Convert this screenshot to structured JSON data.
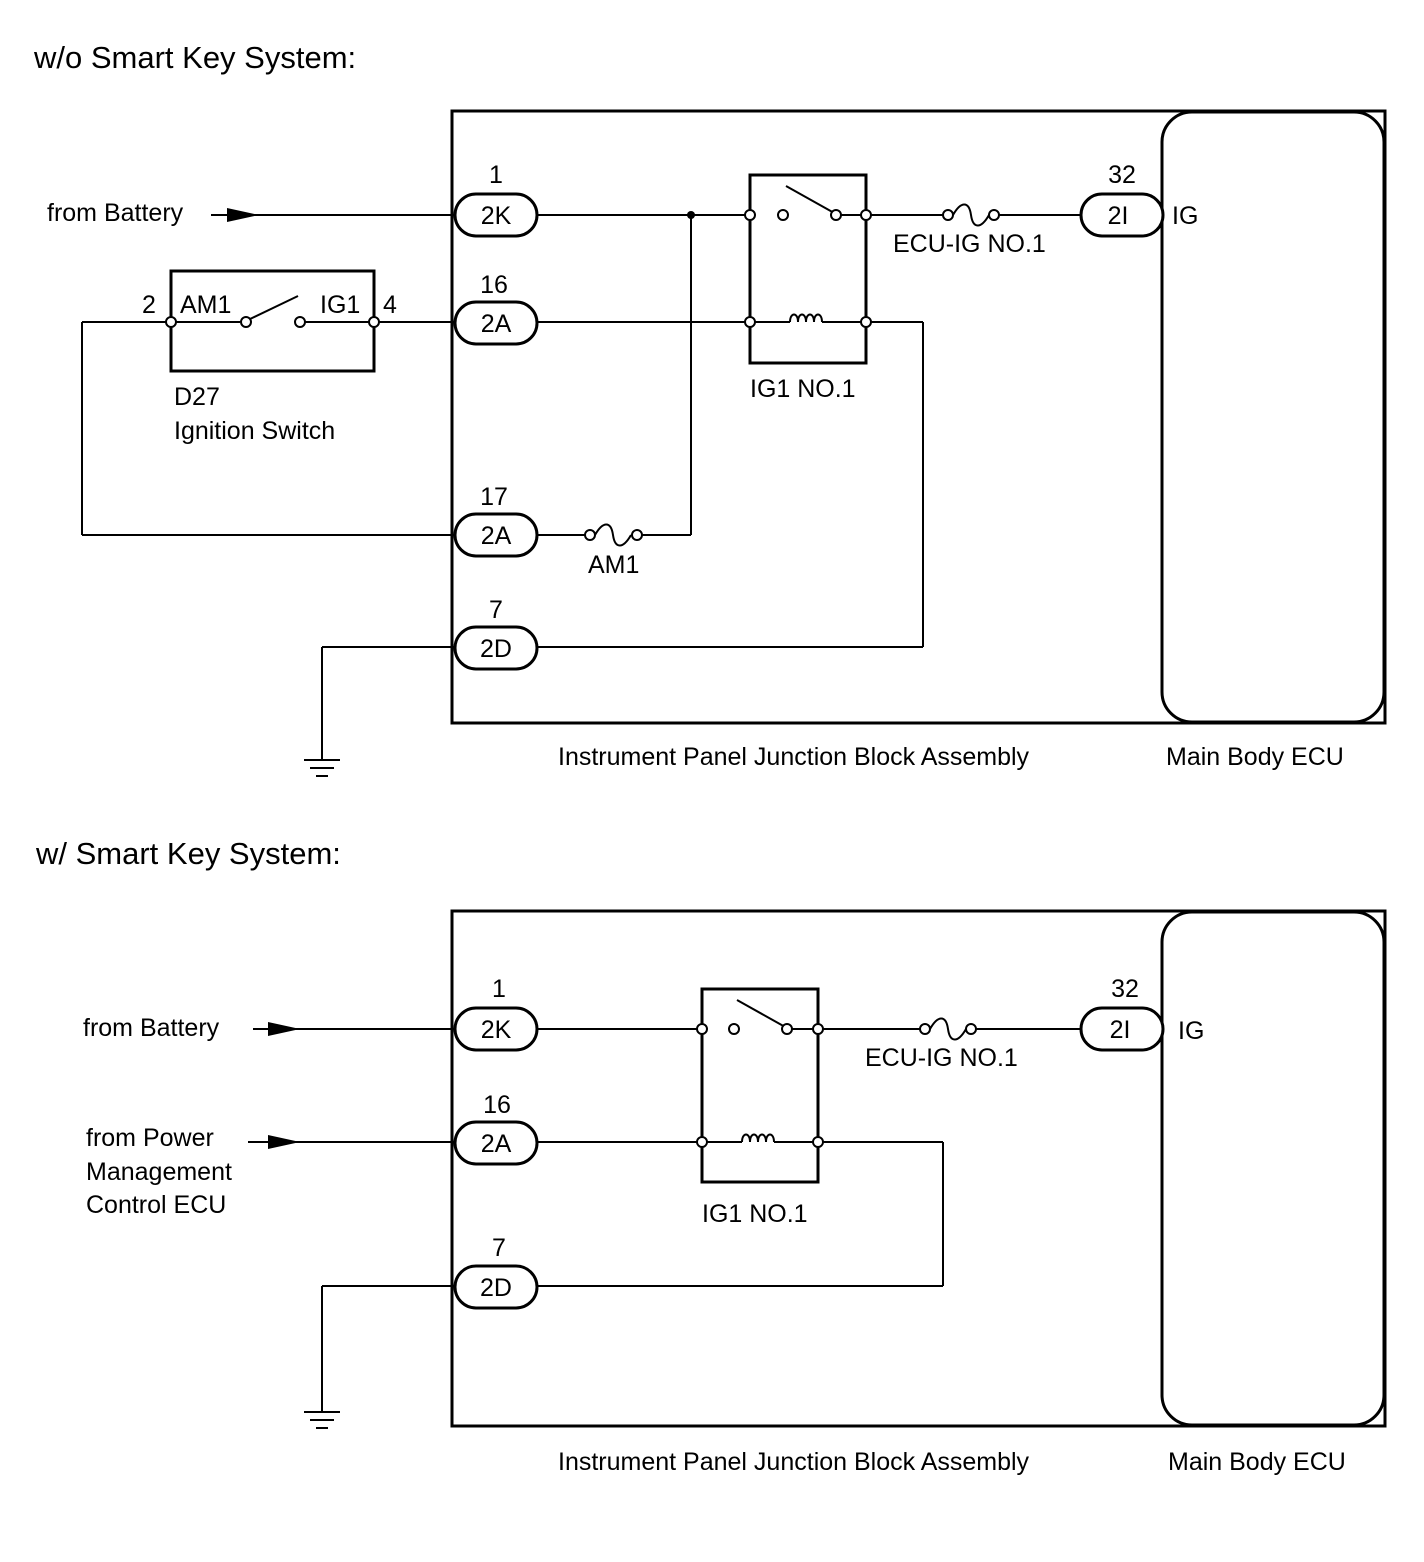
{
  "top": {
    "title": "w/o Smart Key System:",
    "from_battery": "from Battery",
    "ignition_switch": {
      "pin_left": "2",
      "label_left": "AM1",
      "label_right": "IG1",
      "pin_right": "4",
      "code": "D27",
      "name": "Ignition Switch"
    },
    "connectors": [
      {
        "pin": "1",
        "name": "2K"
      },
      {
        "pin": "16",
        "name": "2A"
      },
      {
        "pin": "17",
        "name": "2A"
      },
      {
        "pin": "7",
        "name": "2D"
      },
      {
        "pin": "32",
        "name": "2I"
      }
    ],
    "fuse_ecu_ig": "ECU-IG NO.1",
    "fuse_am1": "AM1",
    "relay": "IG1 NO.1",
    "ig_terminal": "IG",
    "junction_block": "Instrument Panel Junction Block Assembly",
    "main_body_ecu": "Main Body ECU"
  },
  "bottom": {
    "title": "w/ Smart Key System:",
    "from_battery": "from Battery",
    "from_power_management": [
      "from Power",
      "Management",
      "Control ECU"
    ],
    "connectors": [
      {
        "pin": "1",
        "name": "2K"
      },
      {
        "pin": "16",
        "name": "2A"
      },
      {
        "pin": "7",
        "name": "2D"
      },
      {
        "pin": "32",
        "name": "2I"
      }
    ],
    "fuse_ecu_ig": "ECU-IG NO.1",
    "relay": "IG1 NO.1",
    "ig_terminal": "IG",
    "junction_block": "Instrument Panel Junction Block Assembly",
    "main_body_ecu": "Main Body ECU"
  }
}
